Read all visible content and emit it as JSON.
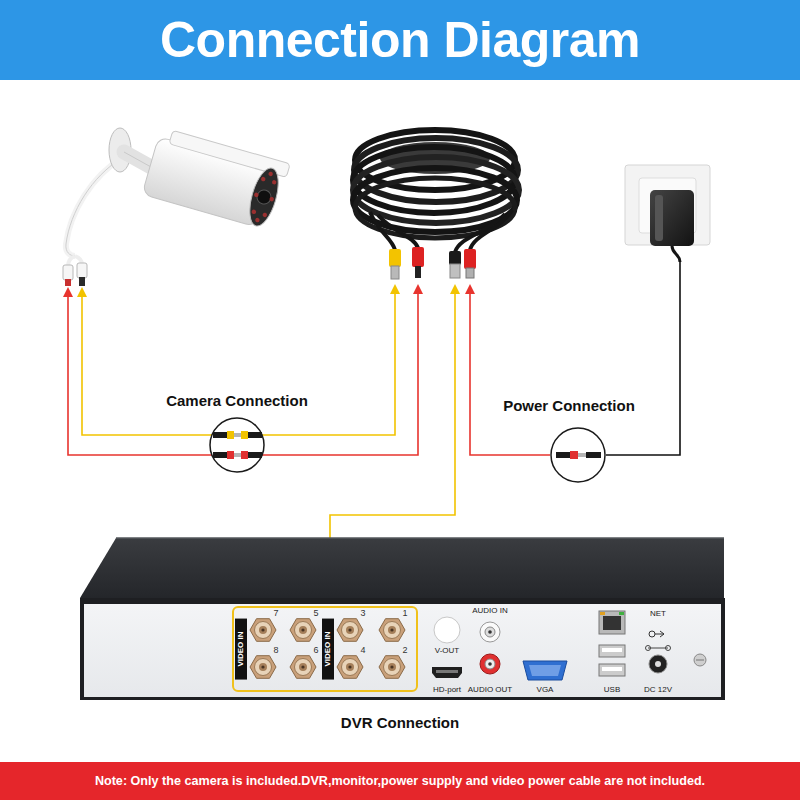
{
  "diagram": {
    "title": "Connection Diagram",
    "caption": "Note: Only the camera is included.DVR,monitor,power supply and video power cable are not included.",
    "nodes": [
      {
        "text": [
          "Camera Connection"
        ]
      },
      {
        "text": [
          "Power Connection"
        ]
      },
      {
        "text": [
          "AUDIO IN",
          "NET",
          "V-OUT",
          "HD-port",
          "AUDIO OUT",
          "VGA",
          "USB",
          "DC 12V",
          "DVR Connection"
        ]
      },
      {
        "text": [
          "VIDEO IN",
          "7",
          "5",
          "8",
          "6",
          "VIDEO IN",
          "3",
          "1",
          "4",
          "2"
        ],
        "in": 2
      }
    ]
  }
}
